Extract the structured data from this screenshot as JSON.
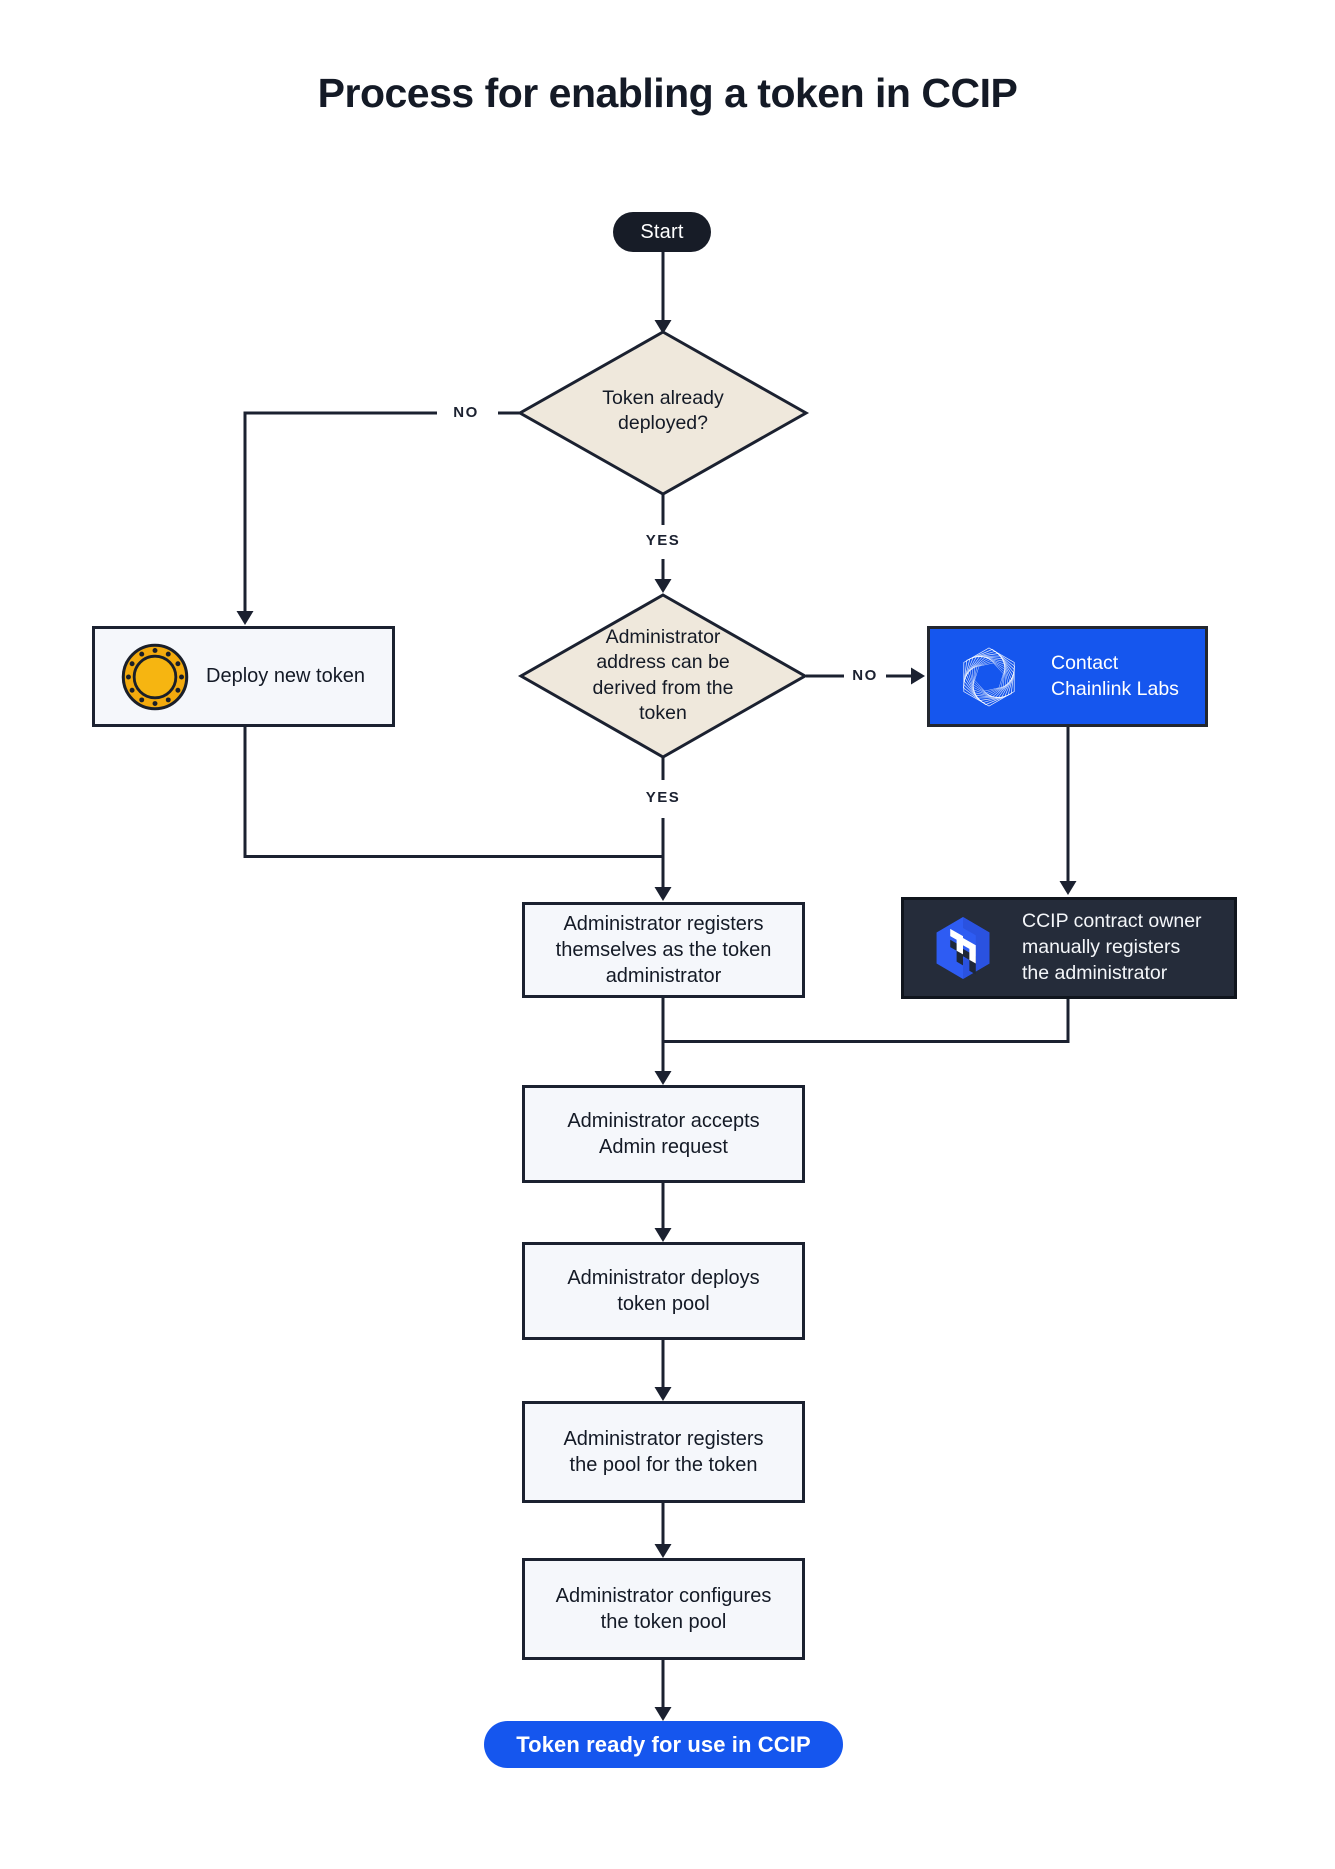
{
  "title": "Process for enabling a token in CCIP",
  "nodes": {
    "start": {
      "type": "terminal",
      "label": "Start"
    },
    "token_deployed": {
      "type": "decision",
      "label": "Token already\ndeployed?"
    },
    "deploy_token": {
      "type": "process",
      "icon": "coin-icon",
      "label": "Deploy new token"
    },
    "admin_derived": {
      "type": "decision",
      "label": "Administrator\naddress can be\nderived from the\ntoken"
    },
    "contact_labs": {
      "type": "process",
      "icon": "chainlink-icon",
      "label": "Contact\nChainlink Labs"
    },
    "register_self": {
      "type": "process",
      "label": "Administrator registers\nthemselves as the token\nadministrator"
    },
    "manual_register": {
      "type": "process",
      "icon": "ccip-icon",
      "label": "CCIP contract owner\nmanually registers\nthe administrator"
    },
    "accept_request": {
      "type": "process",
      "label": "Administrator accepts\nAdmin request"
    },
    "deploy_pool": {
      "type": "process",
      "label": "Administrator deploys\ntoken pool"
    },
    "register_pool": {
      "type": "process",
      "label": "Administrator registers\nthe pool for the token"
    },
    "configure_pool": {
      "type": "process",
      "label": "Administrator configures\nthe token pool"
    },
    "end": {
      "type": "terminal",
      "label": "Token ready for use in CCIP"
    }
  },
  "edge_labels": {
    "no1": "NO",
    "yes1": "YES",
    "no2": "NO",
    "yes2": "YES"
  },
  "flow": [
    {
      "from": "start",
      "to": "token_deployed"
    },
    {
      "from": "token_deployed",
      "to": "deploy_token",
      "label": "NO"
    },
    {
      "from": "token_deployed",
      "to": "admin_derived",
      "label": "YES"
    },
    {
      "from": "deploy_token",
      "to": "register_self"
    },
    {
      "from": "admin_derived",
      "to": "contact_labs",
      "label": "NO"
    },
    {
      "from": "admin_derived",
      "to": "register_self",
      "label": "YES"
    },
    {
      "from": "contact_labs",
      "to": "manual_register"
    },
    {
      "from": "register_self",
      "to": "accept_request"
    },
    {
      "from": "manual_register",
      "to": "accept_request"
    },
    {
      "from": "accept_request",
      "to": "deploy_pool"
    },
    {
      "from": "deploy_pool",
      "to": "register_pool"
    },
    {
      "from": "register_pool",
      "to": "configure_pool"
    },
    {
      "from": "configure_pool",
      "to": "end"
    }
  ],
  "colors": {
    "accent_blue": "#1556EE",
    "line_dark": "#1B2130",
    "process_fill": "#F5F7FB",
    "decision_fill": "#EFE8DC",
    "dark_box_fill": "#252C3A",
    "coin_gold": "#F3AA0D"
  }
}
